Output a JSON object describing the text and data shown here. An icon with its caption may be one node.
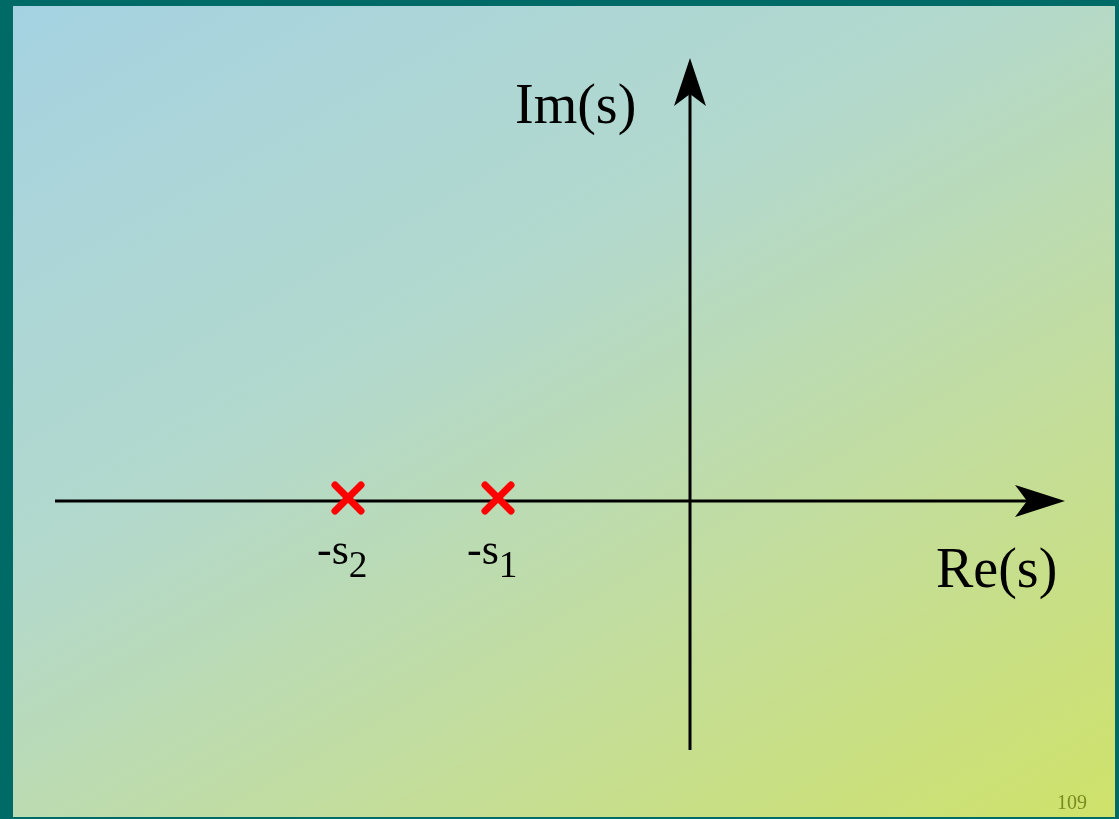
{
  "diagram": {
    "labels": [
      "Im(s)",
      "Re(s)",
      "-s$_{2}$",
      "-s$_{1}$",
      "109"
    ]
  }
}
